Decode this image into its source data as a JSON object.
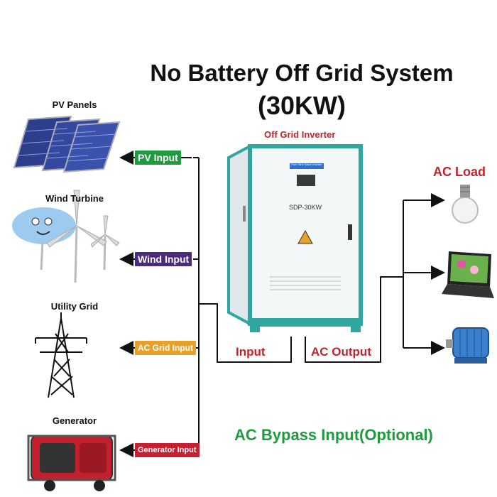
{
  "title": {
    "line1": "No Battery Off Grid System",
    "line2": "(30KW)"
  },
  "sources": [
    {
      "label": "PV Panels",
      "tag": "PV Input",
      "icon": "solar-panel-icon"
    },
    {
      "label": "Wind Turbine",
      "tag": "Wind Input",
      "icon": "wind-turbine-icon"
    },
    {
      "label": "Utility Grid",
      "tag": "AC Grid Input",
      "icon": "power-tower-icon"
    },
    {
      "label": "Generator",
      "tag": "Generator Input",
      "icon": "generator-icon"
    }
  ],
  "inverter": {
    "label": "Off Grid Inverter",
    "brand_strip": "Pure Sine Wave Inverter",
    "model": "SDP-30KW"
  },
  "connections": {
    "input_label": "Input",
    "output_label": "AC Output"
  },
  "load": {
    "label": "AC Load",
    "items": [
      "light-bulb-icon",
      "laptop-icon",
      "motor-icon"
    ]
  },
  "bypass_note": "AC Bypass Input(Optional)",
  "colors": {
    "pv": "#1f9a3e",
    "wind": "#4b2a7c",
    "grid": "#e7a02b",
    "generator": "#c62033",
    "accent_red": "#c0242b",
    "inverter_teal": "#2fa6a0"
  }
}
